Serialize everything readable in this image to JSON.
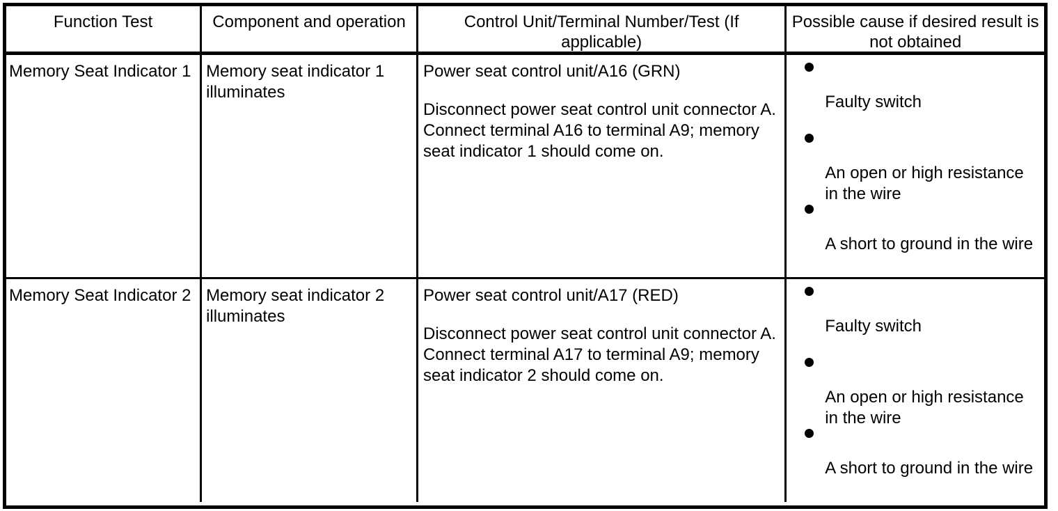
{
  "table": {
    "columns": [
      {
        "key": "function_test",
        "label": "Function Test"
      },
      {
        "key": "component_operation",
        "label": "Component and operation"
      },
      {
        "key": "control_unit",
        "label": "Control Unit/Terminal Number/Test (If\napplicable)"
      },
      {
        "key": "possible_cause",
        "label": "Possible cause if desired result is\nnot obtained"
      }
    ],
    "rows": [
      {
        "function_test": "Memory Seat Indicator 1",
        "component_operation": "Memory seat indicator 1\nilluminates",
        "control_unit_line1": "Power seat control unit/A16 (GRN)",
        "control_unit_line2": "Disconnect power seat control unit connector\nA. Connect terminal A16 to terminal A9;\nmemory seat indicator 1 should come on.",
        "causes": [
          "Faulty switch",
          "An open or high resistance\nin the wire",
          "A short to ground in the wire"
        ]
      },
      {
        "function_test": "Memory Seat Indicator 2",
        "component_operation": "Memory seat indicator 2\nilluminates",
        "control_unit_line1": "Power seat control unit/A17 (RED)",
        "control_unit_line2": "Disconnect power seat control unit connector\nA. Connect terminal A17 to terminal A9;\nmemory seat indicator 2 should come on.",
        "causes": [
          "Faulty switch",
          "An open or high resistance\nin the wire",
          "A short to ground in the wire"
        ]
      }
    ]
  },
  "style": {
    "text_color": "#000000",
    "background_color": "#ffffff",
    "border_color": "#000000"
  }
}
